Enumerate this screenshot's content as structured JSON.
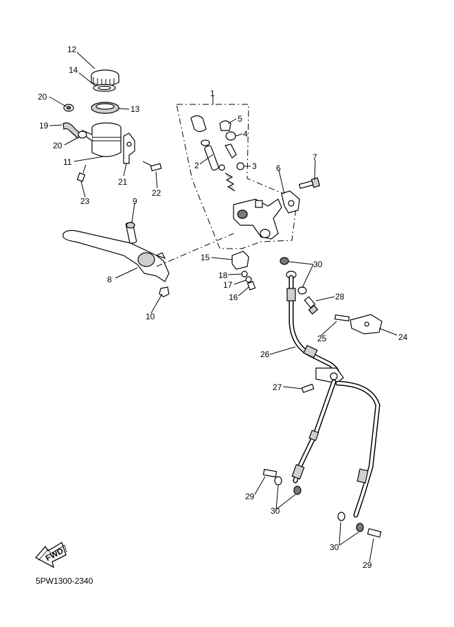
{
  "diagram": {
    "code": "5PW1300-2340",
    "fwd_label": "FWD",
    "callouts": [
      {
        "id": "c12",
        "text": "12"
      },
      {
        "id": "c14",
        "text": "14"
      },
      {
        "id": "c20a",
        "text": "20"
      },
      {
        "id": "c13",
        "text": "13"
      },
      {
        "id": "c19",
        "text": "19"
      },
      {
        "id": "c20b",
        "text": "20"
      },
      {
        "id": "c11",
        "text": "11"
      },
      {
        "id": "c21",
        "text": "21"
      },
      {
        "id": "c22",
        "text": "22"
      },
      {
        "id": "c23",
        "text": "23"
      },
      {
        "id": "c1",
        "text": "1"
      },
      {
        "id": "c5",
        "text": "5"
      },
      {
        "id": "c4",
        "text": "4"
      },
      {
        "id": "c2",
        "text": "2"
      },
      {
        "id": "c3",
        "text": "3"
      },
      {
        "id": "c6",
        "text": "6"
      },
      {
        "id": "c7",
        "text": "7"
      },
      {
        "id": "c9",
        "text": "9"
      },
      {
        "id": "c8",
        "text": "8"
      },
      {
        "id": "c10",
        "text": "10"
      },
      {
        "id": "c15",
        "text": "15"
      },
      {
        "id": "c18",
        "text": "18"
      },
      {
        "id": "c17",
        "text": "17"
      },
      {
        "id": "c16",
        "text": "16"
      },
      {
        "id": "c30a",
        "text": "30"
      },
      {
        "id": "c28",
        "text": "28"
      },
      {
        "id": "c25",
        "text": "25"
      },
      {
        "id": "c24",
        "text": "24"
      },
      {
        "id": "c26",
        "text": "26"
      },
      {
        "id": "c27",
        "text": "27"
      },
      {
        "id": "c29a",
        "text": "29"
      },
      {
        "id": "c30b",
        "text": "30"
      },
      {
        "id": "c30c",
        "text": "30"
      },
      {
        "id": "c29b",
        "text": "29"
      }
    ]
  }
}
